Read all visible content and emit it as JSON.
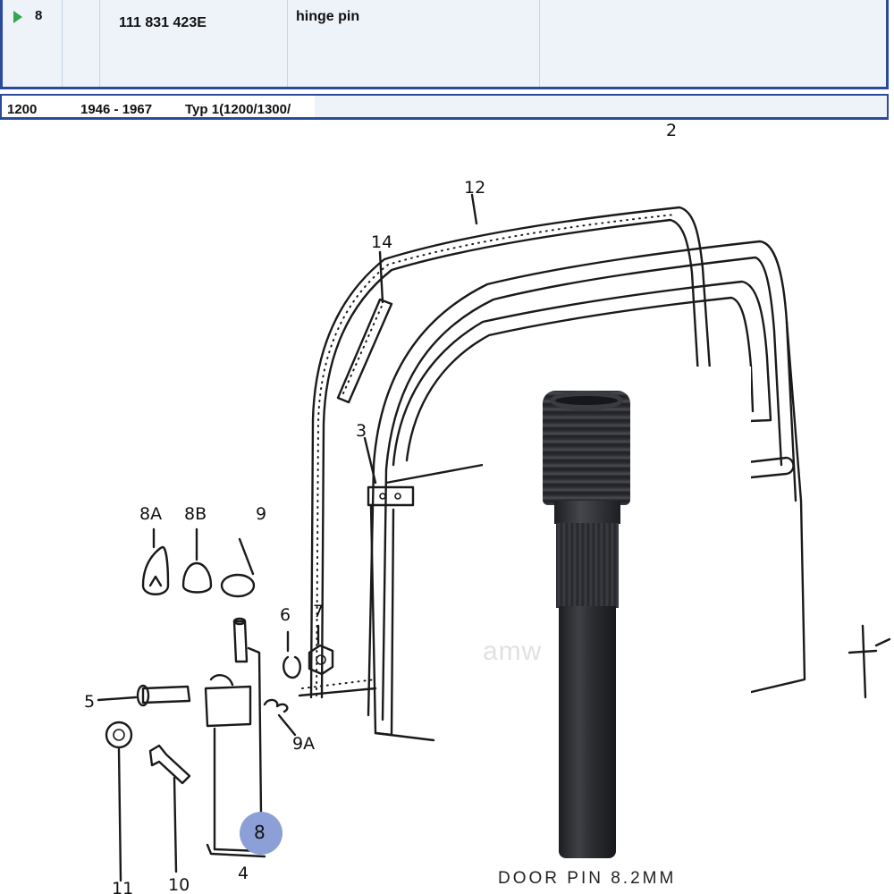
{
  "table": {
    "row": {
      "position": "8",
      "part_number": "111 831 423E",
      "description": "hinge pin"
    },
    "model_row": {
      "model": "1200",
      "years": "1946 - 1967",
      "type": "Typ 1(1200/1300/"
    }
  },
  "diagram": {
    "labels": {
      "l2": "2",
      "l12": "12",
      "l14": "14",
      "l3": "3",
      "l8a": "8A",
      "l8b": "8B",
      "l9": "9",
      "l6": "6",
      "l7": "7",
      "l5": "5",
      "l9a": "9A",
      "l4": "4",
      "l11": "11",
      "l10": "10",
      "l8": "8"
    },
    "highlight_color": "#8c9fd6"
  },
  "photo": {
    "watermark": "amw",
    "caption": "DOOR PIN 8.2MM"
  }
}
